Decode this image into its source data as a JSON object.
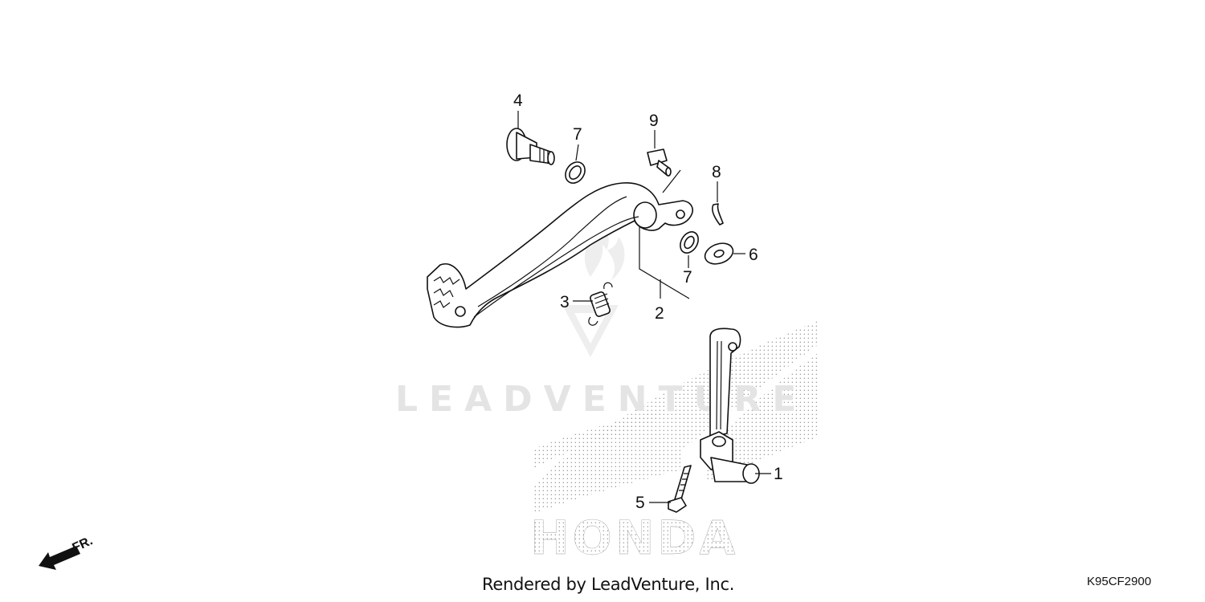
{
  "watermark": {
    "brand_text": "LEADVENTURE",
    "honda_text": "HONDA"
  },
  "callouts": [
    {
      "id": "1",
      "label": "1"
    },
    {
      "id": "2",
      "label": "2"
    },
    {
      "id": "3",
      "label": "3"
    },
    {
      "id": "4",
      "label": "4"
    },
    {
      "id": "5",
      "label": "5"
    },
    {
      "id": "6",
      "label": "6"
    },
    {
      "id": "7a",
      "label": "7"
    },
    {
      "id": "7b",
      "label": "7"
    },
    {
      "id": "8",
      "label": "8"
    },
    {
      "id": "9",
      "label": "9"
    }
  ],
  "direction_label": "FR.",
  "footer": {
    "credit": "Rendered by LeadVenture, Inc.",
    "diagram_code": "K95CF2900"
  }
}
